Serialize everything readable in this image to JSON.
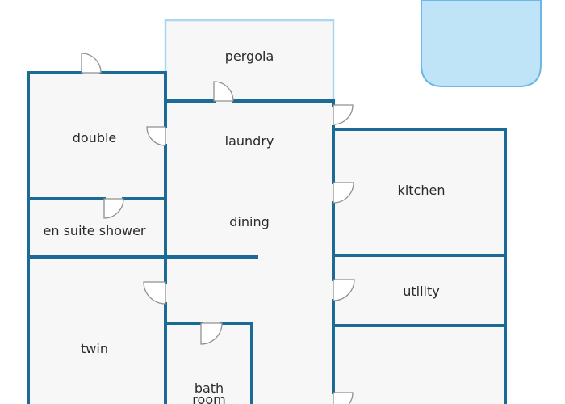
{
  "colors": {
    "wall": "#1c6a96",
    "pergola_edge": "#a9d7ef",
    "floor": "#f7f7f7",
    "pool_fill": "#bfe3f7",
    "pool_edge": "#6bb8e6",
    "door": "#909090",
    "text": "#2a2a2a"
  },
  "rooms": {
    "pergola": "pergola",
    "double": "double",
    "laundry": "laundry",
    "kitchen": "kitchen",
    "dining": "dining",
    "en_suite_shower": "en suite shower",
    "utility": "utility",
    "twin": "twin",
    "bathroom_line1": "bath",
    "bathroom_line2": "room"
  }
}
